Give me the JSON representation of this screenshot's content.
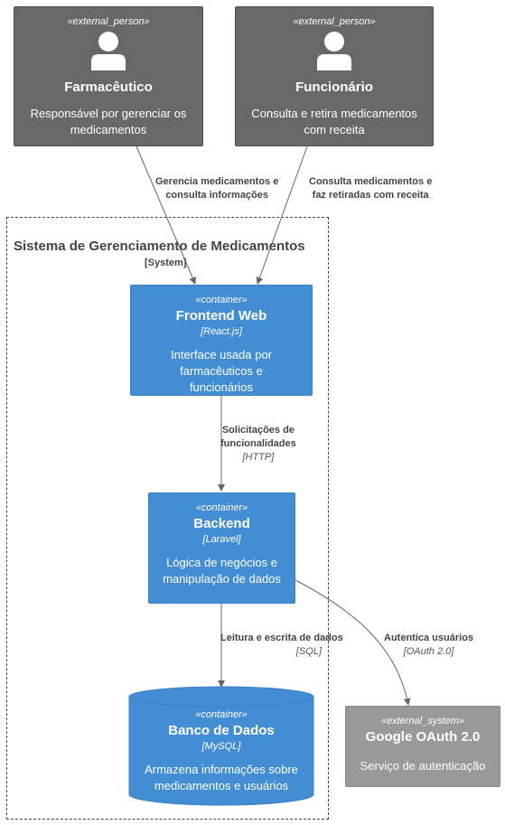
{
  "persons": [
    {
      "stereotype": "«external_person»",
      "name": "Farmacêutico",
      "description": "Responsável por gerenciar os medicamentos"
    },
    {
      "stereotype": "«external_person»",
      "name": "Funcionário",
      "description": "Consulta e retira medicamentos com receita"
    }
  ],
  "boundary": {
    "title": "Sistema de Gerenciamento de Medicamentos",
    "type": "[System]"
  },
  "containers": [
    {
      "stereotype": "«container»",
      "name": "Frontend Web",
      "tech": "[React.js]",
      "description": "Interface usada por farmacêuticos e funcionários"
    },
    {
      "stereotype": "«container»",
      "name": "Backend",
      "tech": "[Laravel]",
      "description": "Lógica de negócios e manipulação de dados"
    },
    {
      "stereotype": "«container»",
      "name": "Banco de Dados",
      "tech": "[MySQL]",
      "description": "Armazena informações sobre medicamentos e usuários"
    }
  ],
  "external_system": {
    "stereotype": "«external_system»",
    "name": "Google OAuth 2.0",
    "description": "Serviço de autenticação"
  },
  "relations": [
    {
      "line1": "Gerencia medicamentos e",
      "line2": "consulta informações",
      "tech": ""
    },
    {
      "line1": "Consulta medicamentos e",
      "line2": "faz retiradas com receita",
      "tech": ""
    },
    {
      "line1": "Solicitações de",
      "line2": "funcionalidades",
      "tech": "[HTTP]"
    },
    {
      "line1": "Leitura e escrita de dados",
      "line2": "",
      "tech": "[SQL]"
    },
    {
      "line1": "Autentica usuários",
      "line2": "",
      "tech": "[OAuth 2.0]"
    }
  ],
  "colors": {
    "person": "#686868",
    "container": "#438dd5",
    "external_system": "#999999",
    "edge": "#666666"
  }
}
